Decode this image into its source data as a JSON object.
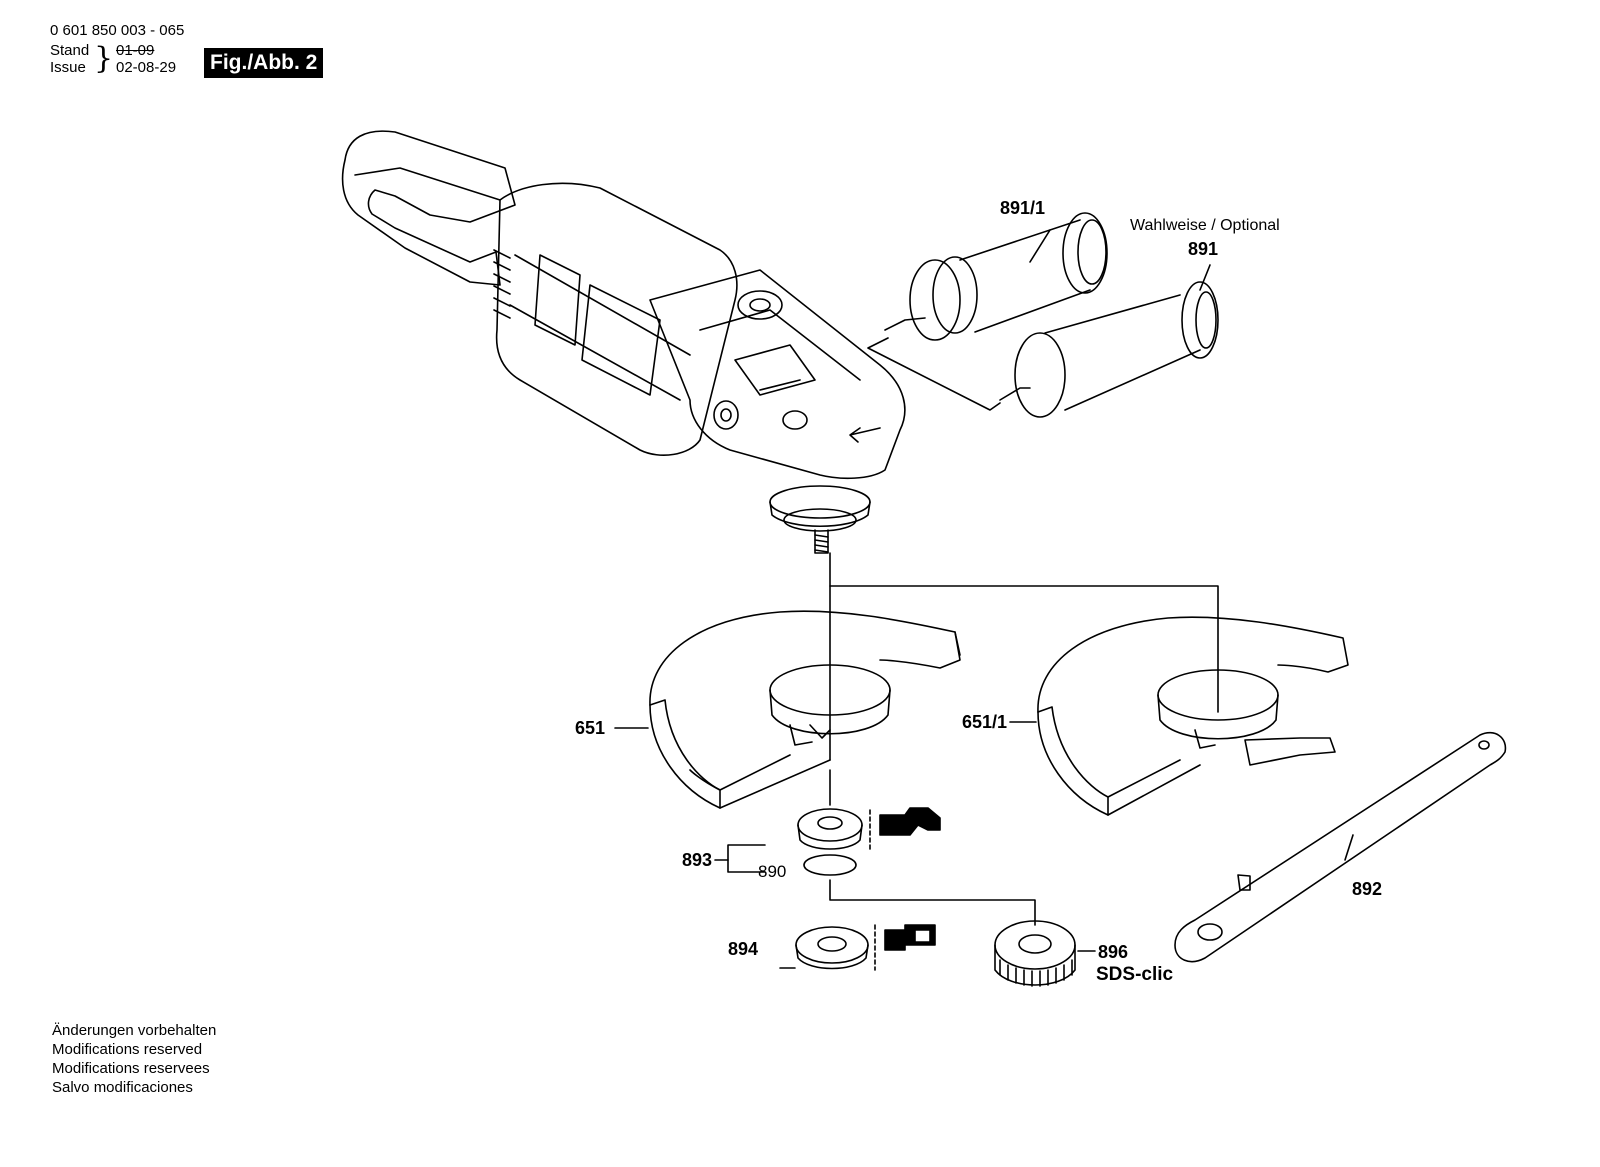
{
  "header": {
    "doc_number": "0 601 850 003 - 065",
    "stand_label": "Stand",
    "issue_label": "Issue",
    "stand_value_struck": "01-09",
    "issue_value": "02-08-29",
    "figure_label": "Fig./Abb. 2"
  },
  "labels": {
    "p891_1": "891/1",
    "optional_note": "Wahlweise / Optional",
    "p891": "891",
    "p651": "651",
    "p651_1": "651/1",
    "p893": "893",
    "p890": "890",
    "p892": "892",
    "p894": "894",
    "p896": "896",
    "sds": "SDS-clic"
  },
  "footer": {
    "lines": [
      "Änderungen vorbehalten",
      "Modifications reserved",
      "Modifications reservees",
      "Salvo modificaciones"
    ]
  }
}
